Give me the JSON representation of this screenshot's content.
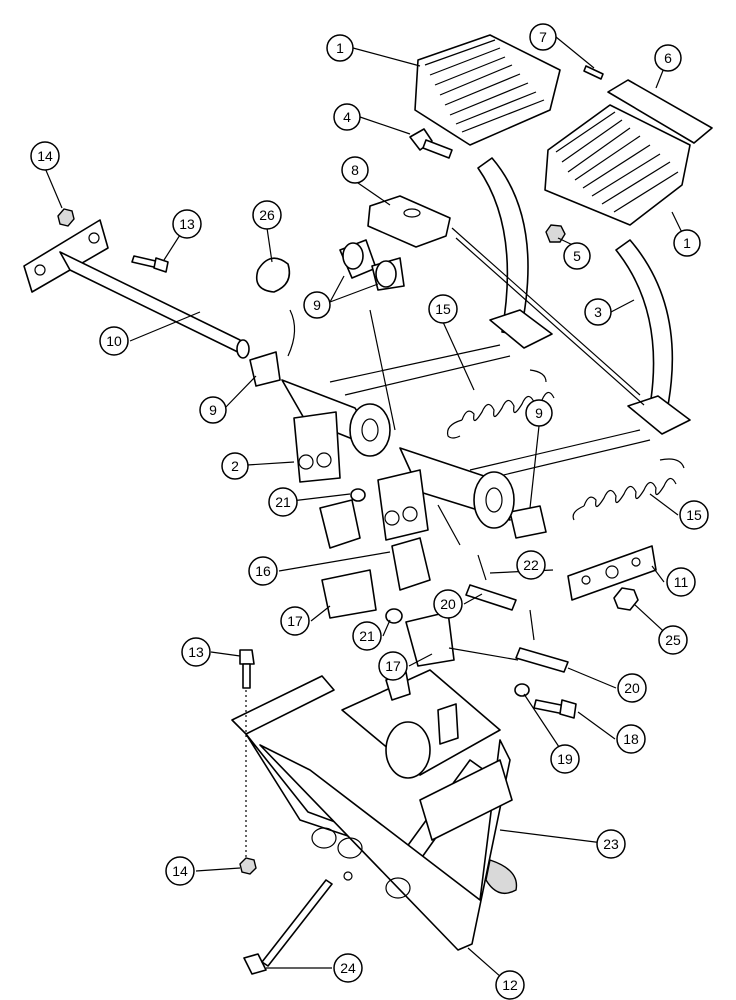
{
  "callouts": [
    "1",
    "1",
    "2",
    "3",
    "4",
    "5",
    "6",
    "7",
    "8",
    "9",
    "9",
    "9",
    "10",
    "11",
    "12",
    "13",
    "13",
    "14",
    "14",
    "15",
    "15",
    "16",
    "17",
    "17",
    "18",
    "19",
    "20",
    "20",
    "21",
    "21",
    "22",
    "23",
    "24",
    "25",
    "26"
  ]
}
